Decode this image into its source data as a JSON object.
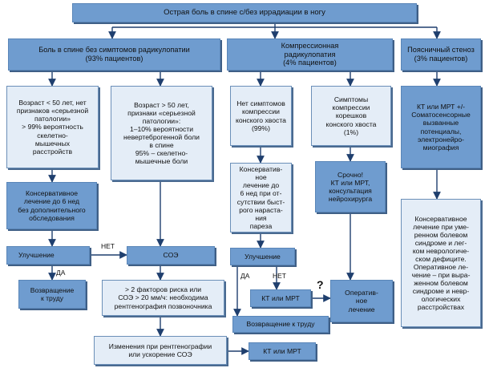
{
  "nodes": {
    "top": "Острая боль в спине с/без иррадиации в ногу",
    "back_no_radic": "Боль в спине без симптомов радикулопатии\n(93% пациентов)",
    "compress_radic": "Компрессионная\nрадикулопатия\n(4% пациентов)",
    "lumbar_stenosis": "Поясничный стеноз\n(3% пациентов)",
    "age_lt50": "Возраст < 50 лет, нет\nпризнаков «серьезной\nпатологии»\n> 99% вероятность\nскелетно-\nмышечных\nрасстройств",
    "age_gt50": "Возраст > 50 лет,\nпризнаки «серьезной\nпатологии»:\n1–10% вероятности\nневертеброгенной боли\nв спине\n95% – скелетно-\nмышечные боли",
    "no_cauda": "Нет симптомов\nкомпрессии\nконского хвоста\n(99%)",
    "cauda_sym": "Симптомы\nкомпрессии\nкорешков\nконского хвоста\n(1%)",
    "ct_mri_sep": "КТ или МРТ +/-\nСоматосенсорные\nвызванные\nпотенциалы,\nэлектронейро-\nмиография",
    "conserv_6w": "Консервативное\nлечение до 6 нед\nбез дополнительного\nобследования",
    "conserv_6w_b": "Консерватив-\nное\nлечение до\n6 нед при от-\nсутствии быст-\nрого нараста-\nния\nпареза",
    "urgent": "Срочно!\nКТ или МРТ,\nконсультация\nнейрохирурга",
    "conserv_stenosis": "Консервативное\nлечение при уме-\nренном болевом\nсиндроме и лег-\nком неврологиче-\nском дефиците.\nОперативное ле-\nчение – при выра-\nженном болевом\nсиндроме и невр-\nологических\nрасстройствах",
    "improve_left": "Улучшение",
    "soe": "СОЭ",
    "improve_mid": "Улучшение",
    "return_left": "Возвращение\nк труду",
    "risk": "> 2 факторов риска или\nСОЭ > 20 мм/ч: необходима\nрентгенография позвоночника",
    "ct_mri_mid": "КТ или МРТ",
    "operative": "Оператив-\nное\nлечение",
    "return_mid": "Возвращение к труду",
    "changes": "Изменения при рентгенографии\nили ускорение СОЭ",
    "ct_mri_bottom": "КТ или МРТ"
  },
  "labels": {
    "net_left": "НЕТ",
    "da_left": "ДА",
    "da_mid": "ДА",
    "net_mid": "НЕТ",
    "question": "?"
  },
  "colors": {
    "dark_box": "#6f9ccf",
    "light_box": "#e4edf7",
    "arrow": "#1f3f6e"
  }
}
